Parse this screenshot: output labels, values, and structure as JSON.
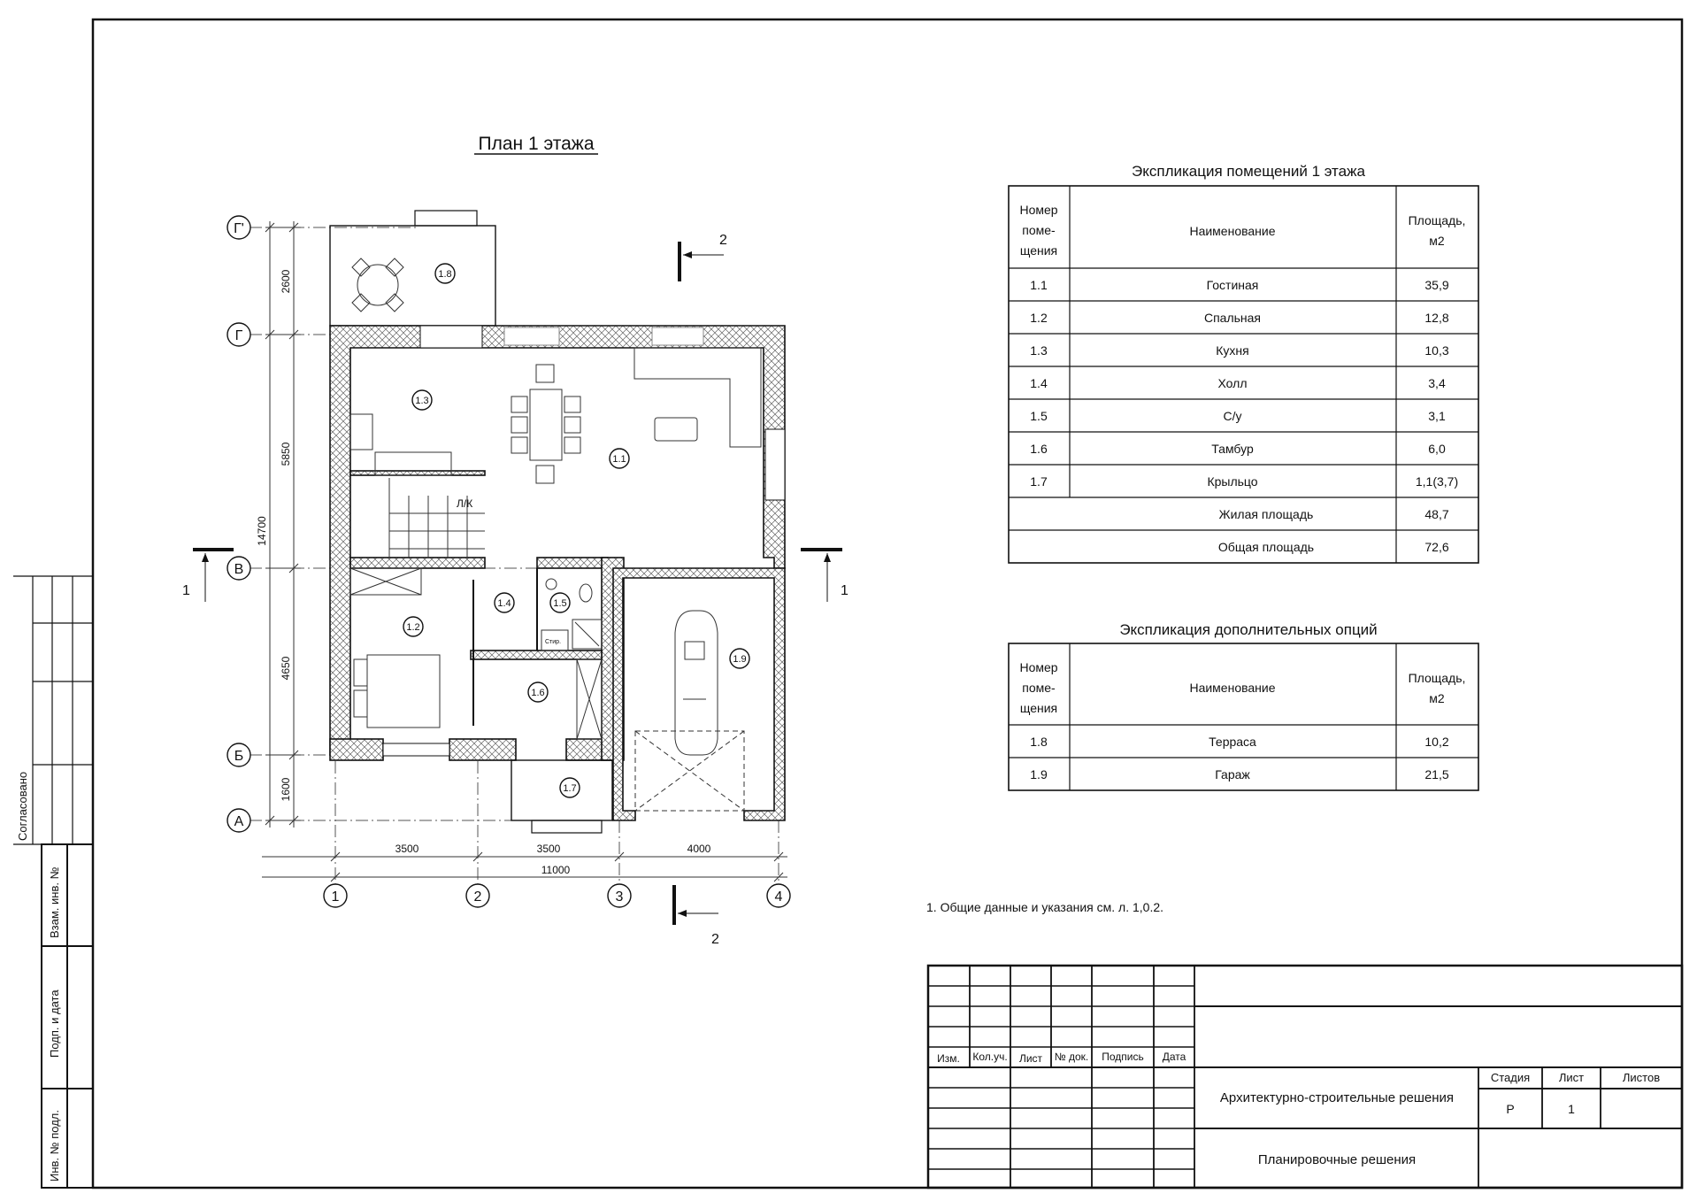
{
  "plan": {
    "title": "План 1 этажа",
    "axes_letters": [
      "Г'",
      "Г",
      "В",
      "Б",
      "А"
    ],
    "axes_numbers": [
      "1",
      "2",
      "3",
      "4"
    ],
    "dims_vertical": [
      "2600",
      "5850",
      "4650",
      "1600"
    ],
    "dim_vertical_total": "14700",
    "dims_horizontal": [
      "3500",
      "3500",
      "4000"
    ],
    "dim_horizontal_total": "11000",
    "section_1": "1",
    "section_2": "2",
    "rooms": [
      "1.1",
      "1.2",
      "1.3",
      "1.4",
      "1.5",
      "1.6",
      "1.7",
      "1.8",
      "1.9"
    ],
    "stair_label": "Л/К",
    "washer_label": "Стир."
  },
  "table1": {
    "title": "Экспликация помещений 1 этажа",
    "headers": {
      "num": [
        "Номер",
        "поме-",
        "щения"
      ],
      "name": "Наименование",
      "area": [
        "Площадь,",
        "м2"
      ]
    },
    "rows": [
      {
        "num": "1.1",
        "name": "Гостиная",
        "area": "35,9"
      },
      {
        "num": "1.2",
        "name": "Спальная",
        "area": "12,8"
      },
      {
        "num": "1.3",
        "name": "Кухня",
        "area": "10,3"
      },
      {
        "num": "1.4",
        "name": "Холл",
        "area": "3,4"
      },
      {
        "num": "1.5",
        "name": "С/у",
        "area": "3,1"
      },
      {
        "num": "1.6",
        "name": "Тамбур",
        "area": "6,0"
      },
      {
        "num": "1.7",
        "name": "Крыльцо",
        "area": "1,1(3,7)"
      }
    ],
    "totals": [
      {
        "name": "Жилая площадь",
        "area": "48,7"
      },
      {
        "name": "Общая площадь",
        "area": "72,6"
      }
    ]
  },
  "table2": {
    "title": "Экспликация дополнительных опций",
    "rows": [
      {
        "num": "1.8",
        "name": "Терраса",
        "area": "10,2"
      },
      {
        "num": "1.9",
        "name": "Гараж",
        "area": "21,5"
      }
    ]
  },
  "note": "1. Общие данные и указания см. л. 1,0.2.",
  "stamp": {
    "cols": [
      "Изм.",
      "Кол.уч.",
      "Лист",
      "№ док.",
      "Подпись",
      "Дата"
    ],
    "project": "Архитектурно-строительные решения",
    "sheet_title": "Планировочные решения",
    "stage_label": "Стадия",
    "sheet_label": "Лист",
    "sheets_label": "Листов",
    "stage": "Р",
    "sheet": "1"
  },
  "side_stamp": {
    "agreed": "Согласовано",
    "replace_inv": "Взам. инв. №",
    "sign_date": "Подп. и дата",
    "inv_orig": "Инв. № подл."
  }
}
